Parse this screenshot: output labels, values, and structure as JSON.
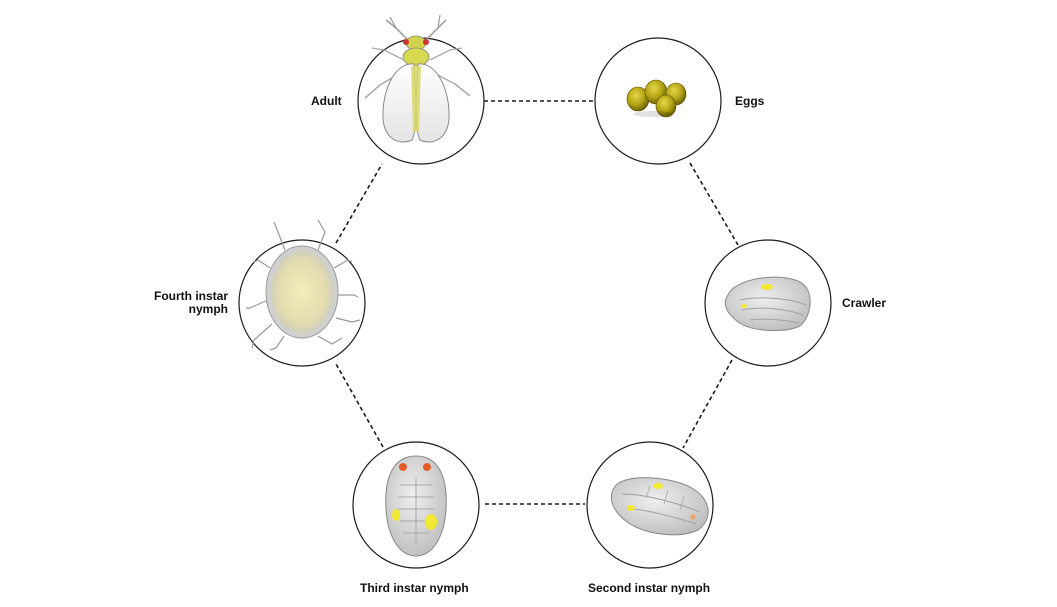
{
  "diagram": {
    "stages": [
      {
        "id": "adult",
        "label": "Adult"
      },
      {
        "id": "eggs",
        "label": "Eggs"
      },
      {
        "id": "crawler",
        "label": "Crawler"
      },
      {
        "id": "second",
        "label": "Second instar nymph"
      },
      {
        "id": "third",
        "label": "Third instar nymph"
      },
      {
        "id": "fourth",
        "label_line1": "Fourth instar",
        "label_line2": "nymph"
      }
    ]
  }
}
